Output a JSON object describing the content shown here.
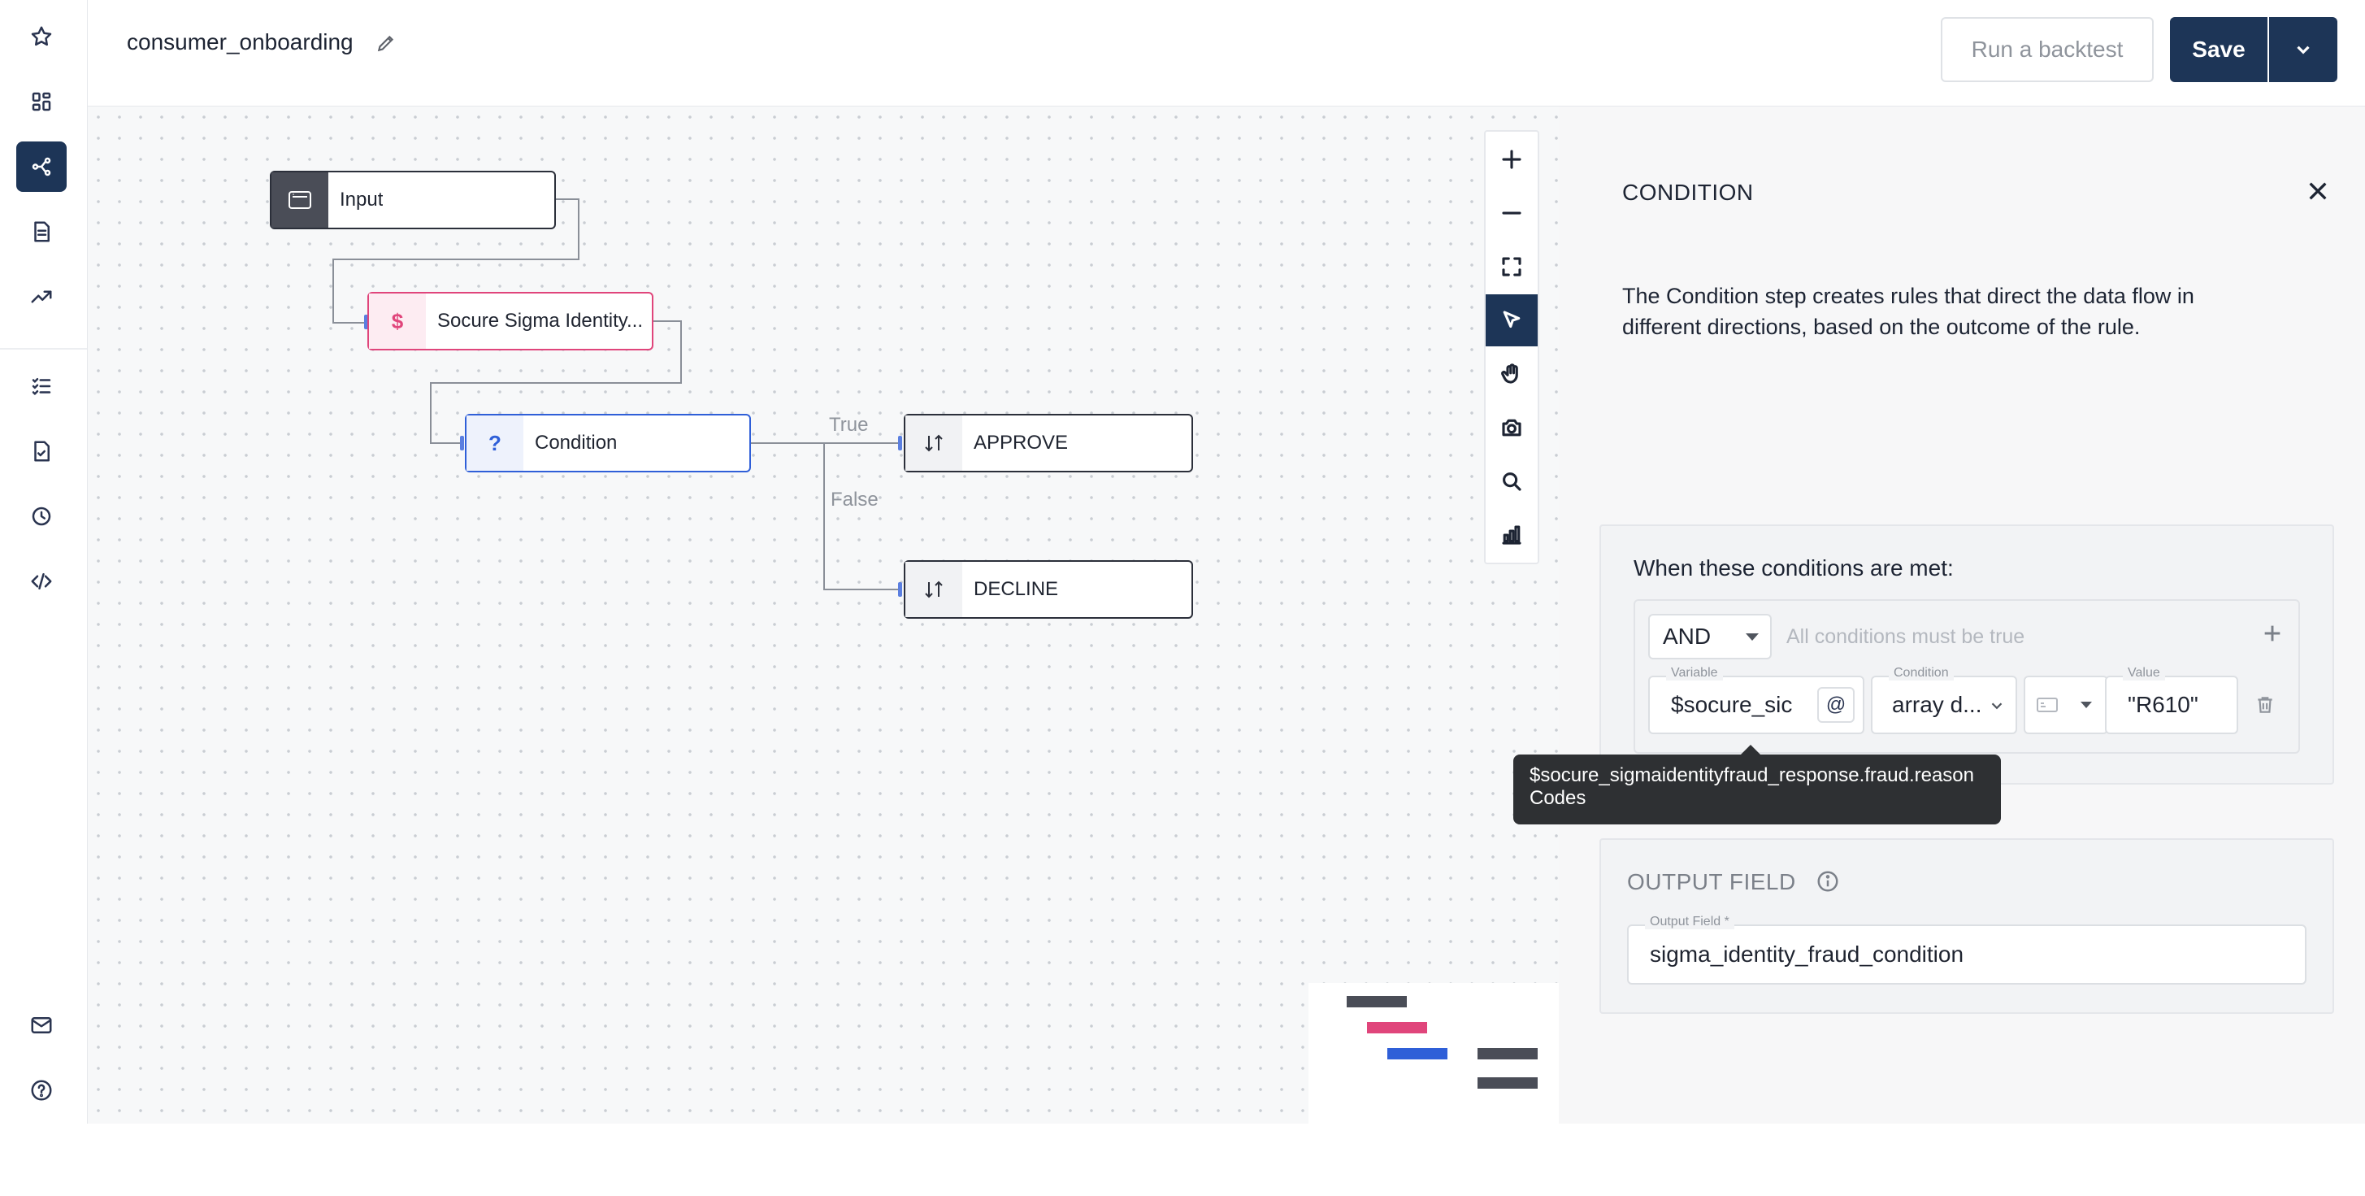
{
  "app": {
    "flow_name": "consumer_onboarding",
    "colors": {
      "primary": "#1d3557",
      "accent_pink": "#e0457b",
      "accent_blue": "#2f5fd8"
    }
  },
  "header": {
    "backtest_label": "Run a backtest",
    "save_label": "Save"
  },
  "sidebar": {
    "items": [
      {
        "icon": "star-icon"
      },
      {
        "icon": "dashboard-icon"
      },
      {
        "icon": "workflow-icon",
        "active": true
      },
      {
        "icon": "document-icon"
      },
      {
        "icon": "trending-icon"
      },
      {
        "icon": "checklist-icon"
      },
      {
        "icon": "report-icon"
      },
      {
        "icon": "history-icon"
      },
      {
        "icon": "code-icon"
      },
      {
        "icon": "mail-icon"
      },
      {
        "icon": "help-icon"
      }
    ]
  },
  "canvas": {
    "nodes": {
      "input": {
        "label": "Input",
        "icon": "input-icon"
      },
      "socure": {
        "label": "Socure Sigma Identity...",
        "icon": "dollar-icon"
      },
      "condition": {
        "label": "Condition",
        "icon": "question-icon"
      },
      "approve": {
        "label": "APPROVE",
        "icon": "sort-arrows-icon"
      },
      "decline": {
        "label": "DECLINE",
        "icon": "sort-arrows-icon"
      }
    },
    "edges": {
      "true_label": "True",
      "false_label": "False"
    },
    "toolbar": [
      "zoom-in-icon",
      "zoom-out-icon",
      "fit-view-icon",
      "select-icon",
      "pan-hand-icon",
      "screenshot-icon",
      "search-icon",
      "stats-icon"
    ]
  },
  "panel": {
    "title": "CONDITION",
    "description": "The Condition step creates rules that direct the data flow in different directions, based on the outcome of the rule.",
    "conditions": {
      "heading": "When these conditions are met:",
      "operator": "AND",
      "operator_hint": "All conditions must be true",
      "rule": {
        "variable_label": "Variable",
        "variable_value": "$socure_sic",
        "at_symbol": "@",
        "condition_label": "Condition",
        "condition_value": "array d...",
        "value_label": "Value",
        "value_value": "\"R610\""
      }
    },
    "tooltip": "$socure_sigmaidentityfraud_response.fraud.reasonCodes",
    "output": {
      "title": "OUTPUT FIELD",
      "field_label": "Output Field *",
      "field_value": "sigma_identity_fraud_condition"
    }
  }
}
